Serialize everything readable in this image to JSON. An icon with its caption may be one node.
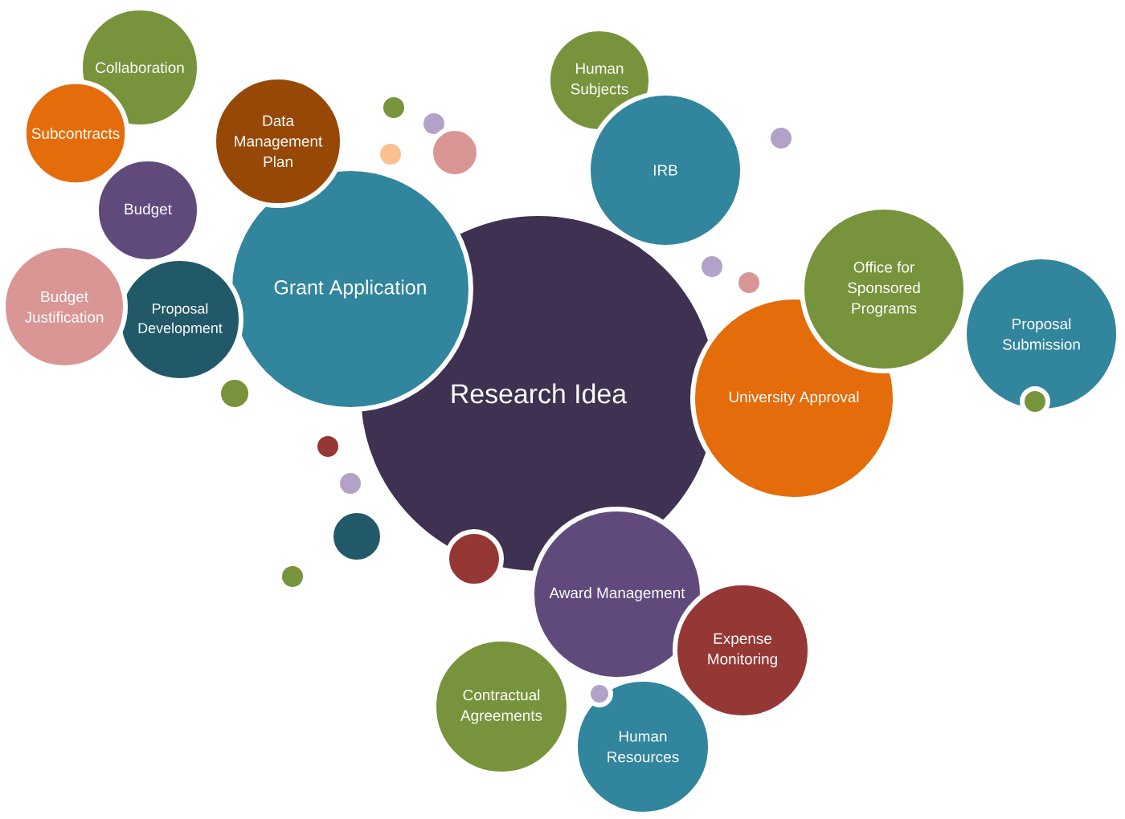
{
  "diagram": {
    "nodes": [
      {
        "text": [
          "Research Idea"
        ]
      },
      {
        "text": [
          "Grant Application"
        ]
      },
      {
        "text": [
          "Collaboration"
        ]
      },
      {
        "text": [
          "Subcontracts"
        ]
      },
      {
        "text": [
          "Data Management Plan"
        ]
      },
      {
        "text": [
          "Budget"
        ]
      },
      {
        "text": [
          "Budget Justification"
        ]
      },
      {
        "text": [
          "Proposal Development"
        ]
      },
      {
        "text": [
          "Human Subjects"
        ]
      },
      {
        "text": [
          "IRB"
        ]
      },
      {
        "text": [
          "Office for Sponsored Programs"
        ]
      },
      {
        "text": [
          "University Approval"
        ]
      },
      {
        "text": [
          "Proposal Submission"
        ]
      },
      {
        "text": [
          "Award Management"
        ]
      },
      {
        "text": [
          "Expense Monitoring"
        ]
      },
      {
        "text": [
          "Contractual Agreements"
        ]
      },
      {
        "text": [
          "Human Resources"
        ]
      },
      {
        "text": [],
        "shape": "circle"
      },
      {
        "text": [],
        "shape": "circle"
      },
      {
        "text": [],
        "shape": "circle"
      },
      {
        "text": [],
        "shape": "circle"
      },
      {
        "text": [],
        "shape": "circle"
      },
      {
        "text": [],
        "shape": "circle"
      },
      {
        "text": [],
        "shape": "circle"
      },
      {
        "text": [],
        "shape": "circle"
      },
      {
        "text": [],
        "shape": "circle"
      },
      {
        "text": [],
        "shape": "circle"
      },
      {
        "text": [],
        "shape": "circle"
      },
      {
        "text": [],
        "shape": "circle"
      },
      {
        "text": [],
        "shape": "circle"
      },
      {
        "text": [],
        "shape": "circle"
      },
      {
        "text": [],
        "shape": "circle"
      }
    ]
  }
}
